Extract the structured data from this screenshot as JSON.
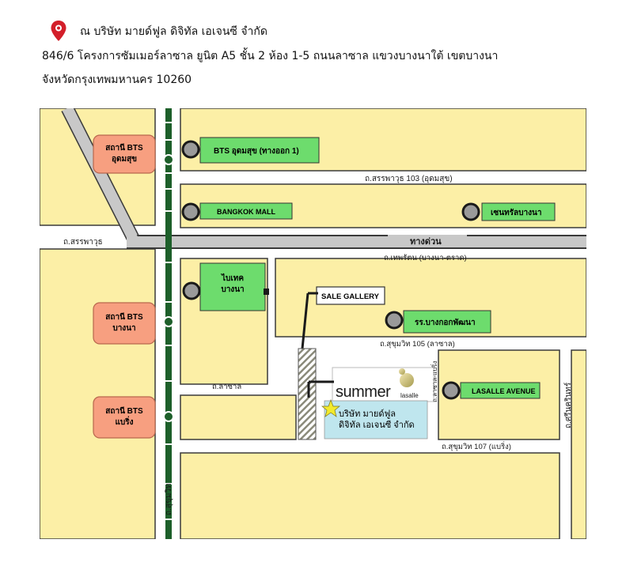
{
  "header": {
    "company": "ณ บริษัท มายด์ฟูล ดิจิทัล เอเจนซี จำกัด",
    "address_line1": "846/6 โครงการซัมเมอร์ลาซาล ยูนิต A5 ชั้น 2 ห้อง 1-5 ถนนลาซาล แขวงบางนาใต้ เขตบางนา",
    "address_line2": "จังหวัดกรุงเทพมหานคร 10260"
  },
  "colors": {
    "block": "#FCEFA6",
    "block_border": "#3a3a3a",
    "road": "#ffffff",
    "bts_line": "#1d5f2a",
    "expressway": "#c8c8c8",
    "landmark": "#6ddc6d",
    "bts_station": "#f79f80",
    "office": "#bfe6ee",
    "marker_red": "#d31f2a"
  },
  "map": {
    "stations": [
      {
        "label": "สถานี BTS\nอุดมสุข"
      },
      {
        "label": "สถานี BTS\nบางนา"
      },
      {
        "label": "สถานี BTS\nแบริ่ง"
      }
    ],
    "landmarks": {
      "bts_exit": "BTS อุดมสุข (ทางออก 1)",
      "bangkok_mall": "BANGKOK MALL",
      "central": "เซนทรัลบางนา",
      "biotech": "ไบเทค\nบางนา",
      "school": "รร.บางกอกพัฒนา",
      "lasalle_avenue": "LASALLE AVENUE",
      "sale_gallery": "SALE GALLERY"
    },
    "roads": {
      "sukhumvit103": "ถ.สรรพาวุธ 103 (อุดมสุข)",
      "sanpawut": "ถ.สรรพาวุธ",
      "expressway": "ทางด่วน",
      "thepharat": "ถ.เทพรัตน (บางนา-ตราด)",
      "sukhumvit105": "ถ.สุขุมวิท 105 (ลาซาล)",
      "lasalle": "ถ.ลาซาล",
      "sukhumvit107": "ถ.สุขุมวิท 107 (แบริ่ง)",
      "sukhumvit": "ถ.สุขุมวิท",
      "srinakarin": "ถ.ศรีนครินทร์",
      "lasalle_side": "ถ.ลาซาล-แบริ่ง"
    },
    "summer": {
      "logo": "summer",
      "logo_sub": "lasalle",
      "office_label": "บริษัท มายด์ฟูล\nดิจิทัล เอเจนซี จำกัด"
    }
  }
}
